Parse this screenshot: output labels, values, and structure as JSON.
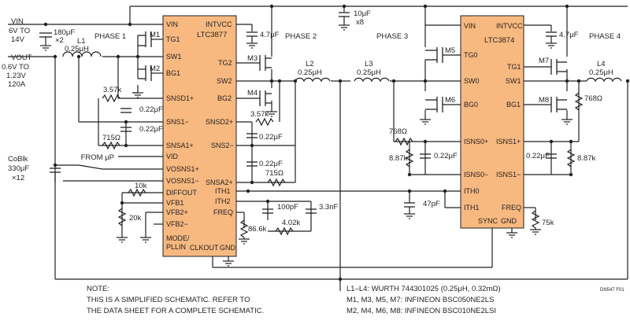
{
  "ic_left": {
    "name": "LTC3877",
    "pins_left": [
      "VIN",
      "TG1",
      "SW1",
      "BG1",
      "SNSD1+",
      "SNS1−",
      "SNSA1+",
      "VID",
      "VOSNS1+",
      "VOSNS1−",
      "DIFFOUT",
      "VFB1",
      "VFB2+",
      "VFB2−",
      "MODE/",
      "PLLIN"
    ],
    "pins_right": [
      "INTVCC",
      "TG2",
      "SW2",
      "BG2",
      "SNSD2+",
      "SNS2−",
      "SNSA2+",
      "ITH1",
      "ITH2",
      "FREQ"
    ],
    "pins_bottom": [
      "CLKOUT",
      "GND"
    ]
  },
  "ic_right": {
    "name": "LTC3874",
    "pins_left": [
      "VIN",
      "TG0",
      "SW0",
      "BG0",
      "ISNS0+",
      "ISNS0−",
      "ITH0",
      "ITH1"
    ],
    "pins_right": [
      "INTVCC",
      "TG1",
      "SW1",
      "BG1",
      "ISNS1+",
      "ISNS1−",
      "FREQ"
    ],
    "pins_bottom": [
      "SYNC",
      "GND"
    ]
  },
  "phases": [
    "PHASE 1",
    "PHASE 2",
    "PHASE 3",
    "PHASE 4"
  ],
  "vin_label": [
    "VIN",
    "6V TO",
    "14V"
  ],
  "vout_label": [
    "VOUT",
    "0.6V TO",
    "1.23V",
    "120A"
  ],
  "cin_label": [
    "180μF",
    "×2"
  ],
  "cout_label": [
    "CoBlk",
    "330μF",
    "×12"
  ],
  "top_cap": [
    "10μF",
    "x8"
  ],
  "from_up": "FROM μP",
  "components": {
    "L1": "L1",
    "L1v": "0.25μH",
    "L2": "L2",
    "L2v": "0.25μH",
    "L3": "L3",
    "L3v": "0.25μH",
    "L4": "L4",
    "L4v": "0.25μH",
    "M1": "M1",
    "M2": "M2",
    "M3": "M3",
    "M4": "M4",
    "M5": "M5",
    "M6": "M6",
    "M7": "M7",
    "M8": "M8",
    "c47a": "4.7μF",
    "c47b": "4.7μF",
    "r357a": "3.57k",
    "r357b": "3.57k",
    "c022a": "0.22μF",
    "c022b": "0.22μF",
    "c022c": "0.22μF",
    "c022d": "0.22μF",
    "c022e": "0.22μF",
    "c022f": "0.22μF",
    "r715a": "715Ω",
    "r715b": "715Ω",
    "r10k": "10k",
    "r20k": "20k",
    "r866": "86.6k",
    "c100p": "100pF",
    "c33n": "3.3nF",
    "r402": "4.02k",
    "c47p": "47pF",
    "r75k": "75k",
    "r768a": "768Ω",
    "r768b": "768Ω",
    "r887a": "8.87k",
    "r887b": "8.87k"
  },
  "notes": [
    "NOTE:",
    "THIS IS A SIMPLIFIED SCHEMATIC. REFER TO",
    "THE DATA SHEET FOR A COMPLETE SCHEMATIC."
  ],
  "bom": [
    "L1–L4: WURTH 744301025 (0.25μH, 0.32mΩ)",
    "M1, M3, M5, M7: INFINEON BSC050NE2LS",
    "M2, M4, M6, M8: INFINEON BSC010NE2LSI"
  ],
  "figure_id": "DN547 F01"
}
